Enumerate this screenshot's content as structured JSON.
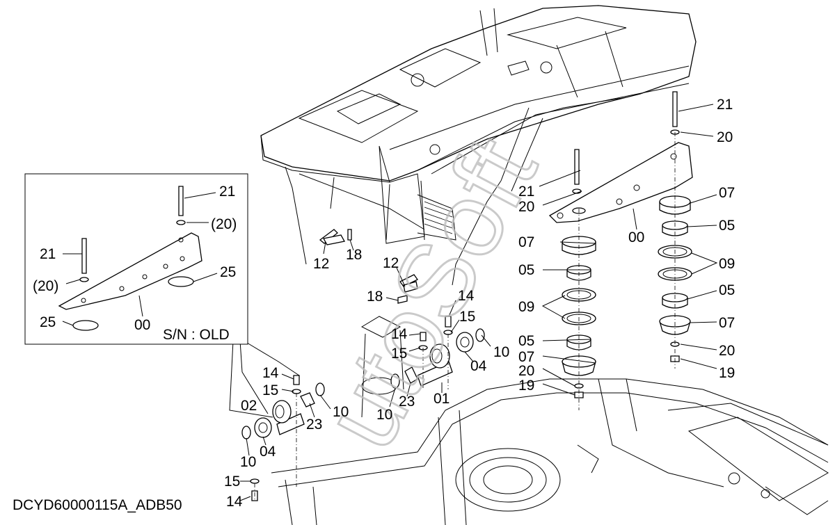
{
  "drawing": {
    "code": "DCYD60000115A_ADB50",
    "watermark": "utoSoft",
    "inset_label": "S/N : OLD"
  },
  "callouts": {
    "c21a": "21",
    "c20a": "20",
    "c21b": "21",
    "c20b": "20",
    "c00": "00",
    "c07a": "07",
    "c05a": "05",
    "c09a": "09",
    "c05b": "05",
    "c07b": "07",
    "c20c": "20",
    "c19a": "19",
    "c07c": "07",
    "c05c": "05",
    "c09b": "09",
    "c05d": "05",
    "c07d": "07",
    "c20d": "20",
    "c19b": "19",
    "c12a": "12",
    "c18a": "18",
    "c12b": "12",
    "c18b": "18",
    "c14a": "14",
    "c15a": "15",
    "c14b": "14",
    "c15b": "15",
    "c10a": "10",
    "c04a": "04",
    "c01": "01",
    "c23a": "23",
    "c10b": "10",
    "c14c": "14",
    "c15c": "15",
    "c02": "02",
    "c23b": "23",
    "c10c": "10",
    "c10d": "10",
    "c04b": "04",
    "c15d": "15",
    "c14d": "14"
  },
  "inset_callouts": {
    "i21a": "21",
    "i20a": "(20)",
    "i21b": "21",
    "i20b": "(20)",
    "i25a": "25",
    "i25b": "25",
    "i00": "00"
  }
}
